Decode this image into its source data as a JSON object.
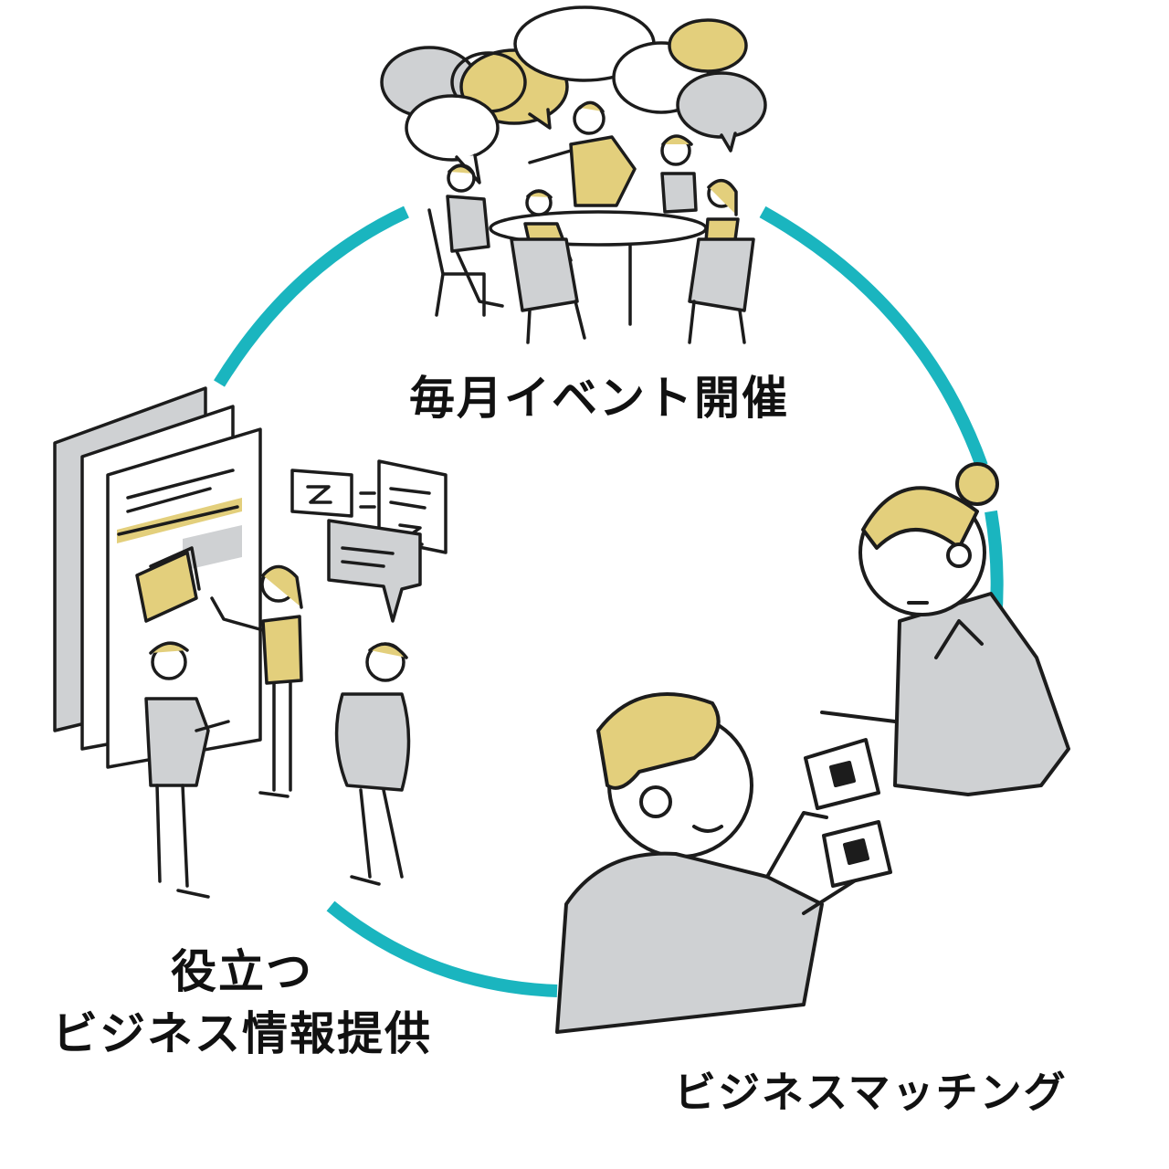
{
  "colors": {
    "ring": "#1ab5bf",
    "accent": "#e3cf7c",
    "gray": "#cfd1d3",
    "ink": "#1c1c1c"
  },
  "labels": {
    "events": "毎月イベント開催",
    "info_line1": "役立つ",
    "info_line2": "ビジネス情報提供",
    "matching": "ビジネスマッチング"
  },
  "illustrations": {
    "events": "meeting-people-icon",
    "info": "presentation-board-icon",
    "matching": "business-card-exchange-icon"
  }
}
